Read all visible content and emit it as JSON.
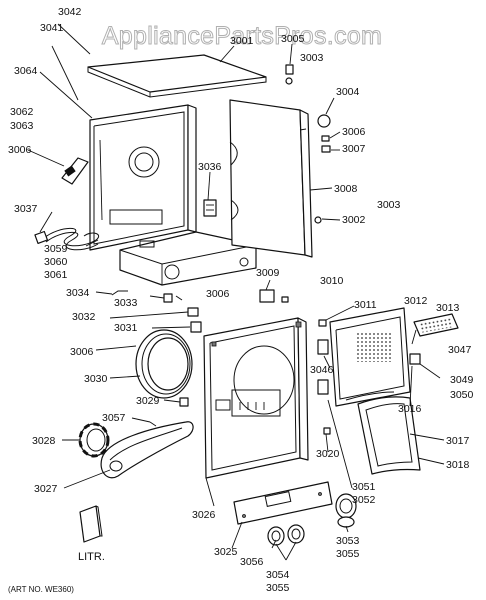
{
  "watermark": "AppliancePartsPros.com",
  "art_number": "(ART NO. WE360)",
  "literature_label": "LITR.",
  "callouts": [
    {
      "id": "c-3042-top",
      "text": "3042"
    },
    {
      "id": "c-3041",
      "text": "3041"
    },
    {
      "id": "c-3001",
      "text": "3001"
    },
    {
      "id": "c-3005",
      "text": "3005"
    },
    {
      "id": "c-3003-top",
      "text": "3003"
    },
    {
      "id": "c-3064",
      "text": "3064"
    },
    {
      "id": "c-3004",
      "text": "3004"
    },
    {
      "id": "c-3062",
      "text": "3062"
    },
    {
      "id": "c-3063",
      "text": "3063"
    },
    {
      "id": "c-3006-a",
      "text": "3006"
    },
    {
      "id": "c-3006-b",
      "text": "3006"
    },
    {
      "id": "c-3007",
      "text": "3007"
    },
    {
      "id": "c-3036",
      "text": "3036"
    },
    {
      "id": "c-3008",
      "text": "3008"
    },
    {
      "id": "c-3003-mid",
      "text": "3003"
    },
    {
      "id": "c-3037",
      "text": "3037"
    },
    {
      "id": "c-3002",
      "text": "3002"
    },
    {
      "id": "c-3059",
      "text": "3059"
    },
    {
      "id": "c-3060",
      "text": "3060"
    },
    {
      "id": "c-3061",
      "text": "3061"
    },
    {
      "id": "c-3009",
      "text": "3009"
    },
    {
      "id": "c-3010",
      "text": "3010"
    },
    {
      "id": "c-3034",
      "text": "3034"
    },
    {
      "id": "c-3033",
      "text": "3033"
    },
    {
      "id": "c-3006-c",
      "text": "3006"
    },
    {
      "id": "c-3011",
      "text": "3011"
    },
    {
      "id": "c-3012",
      "text": "3012"
    },
    {
      "id": "c-3013",
      "text": "3013"
    },
    {
      "id": "c-3032",
      "text": "3032"
    },
    {
      "id": "c-3031",
      "text": "3031"
    },
    {
      "id": "c-3047",
      "text": "3047"
    },
    {
      "id": "c-3006-d",
      "text": "3006"
    },
    {
      "id": "c-3046",
      "text": "3046"
    },
    {
      "id": "c-3049",
      "text": "3049"
    },
    {
      "id": "c-3050",
      "text": "3050"
    },
    {
      "id": "c-3030",
      "text": "3030"
    },
    {
      "id": "c-3016",
      "text": "3016"
    },
    {
      "id": "c-3029",
      "text": "3029"
    },
    {
      "id": "c-3057",
      "text": "3057"
    },
    {
      "id": "c-3017",
      "text": "3017"
    },
    {
      "id": "c-3028",
      "text": "3028"
    },
    {
      "id": "c-3020",
      "text": "3020"
    },
    {
      "id": "c-3018",
      "text": "3018"
    },
    {
      "id": "c-3027",
      "text": "3027"
    },
    {
      "id": "c-3051",
      "text": "3051"
    },
    {
      "id": "c-3052",
      "text": "3052"
    },
    {
      "id": "c-3026",
      "text": "3026"
    },
    {
      "id": "c-3053",
      "text": "3053"
    },
    {
      "id": "c-3055-a",
      "text": "3055"
    },
    {
      "id": "c-3025",
      "text": "3025"
    },
    {
      "id": "c-3056",
      "text": "3056"
    },
    {
      "id": "c-3054",
      "text": "3054"
    },
    {
      "id": "c-3055-b",
      "text": "3055"
    }
  ]
}
